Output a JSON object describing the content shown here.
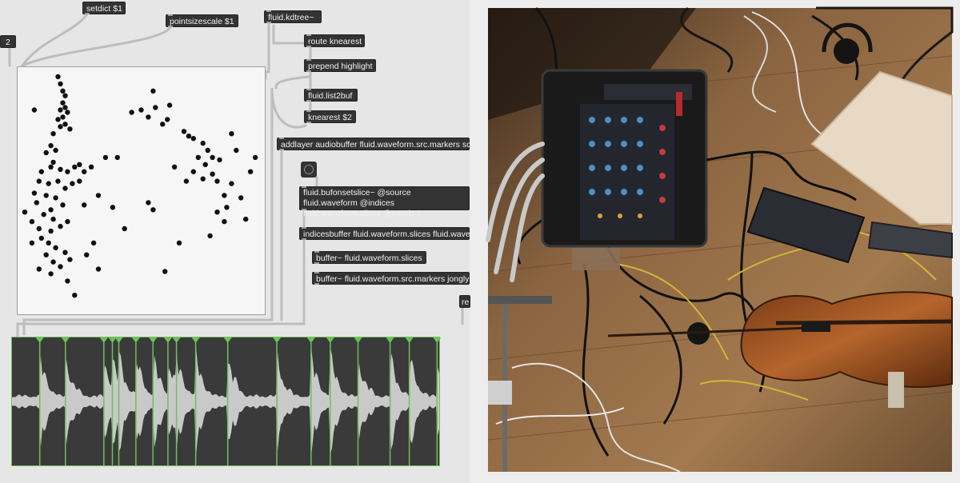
{
  "patcher": {
    "objects": [
      {
        "id": "setdict",
        "text": "setdict $1"
      },
      {
        "id": "pointsizescale",
        "text": "pointsizescale $1"
      },
      {
        "id": "kdtree",
        "text": "fluid.kdtree~"
      },
      {
        "id": "route",
        "text": "route knearest"
      },
      {
        "id": "prepend",
        "text": "prepend highlight"
      },
      {
        "id": "list2buf",
        "text": "fluid.list2buf"
      },
      {
        "id": "knearest",
        "text": "knearest $2"
      },
      {
        "id": "addlayer",
        "text": "addlayer audiobuffer fluid.waveform.src.markers sc"
      },
      {
        "id": "bufonsetslice",
        "text": "fluid.bufonsetslice~ @source fluid.waveform @indices fluid.waveform.slices @metric 2"
      },
      {
        "id": "indicesbuffer",
        "text": "indicesbuffer fluid.waveform.slices fluid.wave"
      },
      {
        "id": "buffer_slices",
        "text": "buffer~ fluid.waveform.slices"
      },
      {
        "id": "buffer_markers",
        "text": "buffer~ fluid.waveform.src.markers jongly"
      },
      {
        "id": "left_edge",
        "text": "2"
      },
      {
        "id": "right_edge",
        "text": "re"
      }
    ]
  },
  "colors": {
    "patch_bg": "#e6e6e6",
    "object_bg": "#333333",
    "object_text": "#f0f0f0",
    "plot_bg": "#f6f6f6",
    "point": "#111111",
    "wave_bg": "#3a3a3a",
    "wave_fill": "#c9c9c9",
    "marker": "#6fbf5a"
  },
  "plotter": {
    "points": [
      [
        0.15,
        0.02
      ],
      [
        0.16,
        0.05
      ],
      [
        0.17,
        0.08
      ],
      [
        0.18,
        0.1
      ],
      [
        0.17,
        0.13
      ],
      [
        0.18,
        0.15
      ],
      [
        0.16,
        0.16
      ],
      [
        0.19,
        0.17
      ],
      [
        0.17,
        0.19
      ],
      [
        0.15,
        0.2
      ],
      [
        0.18,
        0.22
      ],
      [
        0.16,
        0.23
      ],
      [
        0.2,
        0.24
      ],
      [
        0.05,
        0.16
      ],
      [
        0.13,
        0.26
      ],
      [
        0.12,
        0.31
      ],
      [
        0.14,
        0.33
      ],
      [
        0.1,
        0.34
      ],
      [
        0.13,
        0.38
      ],
      [
        0.08,
        0.42
      ],
      [
        0.12,
        0.4
      ],
      [
        0.16,
        0.41
      ],
      [
        0.19,
        0.42
      ],
      [
        0.22,
        0.4
      ],
      [
        0.24,
        0.39
      ],
      [
        0.26,
        0.42
      ],
      [
        0.07,
        0.46
      ],
      [
        0.11,
        0.47
      ],
      [
        0.15,
        0.46
      ],
      [
        0.18,
        0.49
      ],
      [
        0.21,
        0.47
      ],
      [
        0.24,
        0.46
      ],
      [
        0.05,
        0.51
      ],
      [
        0.1,
        0.52
      ],
      [
        0.14,
        0.53
      ],
      [
        0.17,
        0.56
      ],
      [
        0.12,
        0.58
      ],
      [
        0.06,
        0.55
      ],
      [
        0.09,
        0.6
      ],
      [
        0.13,
        0.62
      ],
      [
        0.04,
        0.63
      ],
      [
        0.07,
        0.66
      ],
      [
        0.12,
        0.67
      ],
      [
        0.16,
        0.65
      ],
      [
        0.19,
        0.63
      ],
      [
        0.08,
        0.7
      ],
      [
        0.11,
        0.72
      ],
      [
        0.14,
        0.74
      ],
      [
        0.18,
        0.76
      ],
      [
        0.1,
        0.77
      ],
      [
        0.13,
        0.8
      ],
      [
        0.2,
        0.79
      ],
      [
        0.16,
        0.82
      ],
      [
        0.12,
        0.85
      ],
      [
        0.19,
        0.88
      ],
      [
        0.22,
        0.94
      ],
      [
        0.01,
        0.59
      ],
      [
        0.04,
        0.72
      ],
      [
        0.07,
        0.83
      ],
      [
        0.27,
        0.77
      ],
      [
        0.3,
        0.72
      ],
      [
        0.32,
        0.83
      ],
      [
        0.26,
        0.56
      ],
      [
        0.32,
        0.52
      ],
      [
        0.38,
        0.57
      ],
      [
        0.4,
        0.36
      ],
      [
        0.46,
        0.17
      ],
      [
        0.5,
        0.16
      ],
      [
        0.53,
        0.19
      ],
      [
        0.56,
        0.15
      ],
      [
        0.62,
        0.14
      ],
      [
        0.61,
        0.2
      ],
      [
        0.59,
        0.22
      ],
      [
        0.68,
        0.25
      ],
      [
        0.7,
        0.27
      ],
      [
        0.72,
        0.28
      ],
      [
        0.76,
        0.3
      ],
      [
        0.78,
        0.33
      ],
      [
        0.8,
        0.36
      ],
      [
        0.83,
        0.37
      ],
      [
        0.88,
        0.26
      ],
      [
        0.9,
        0.33
      ],
      [
        0.74,
        0.36
      ],
      [
        0.77,
        0.39
      ],
      [
        0.8,
        0.43
      ],
      [
        0.64,
        0.4
      ],
      [
        0.69,
        0.46
      ],
      [
        0.72,
        0.42
      ],
      [
        0.76,
        0.45
      ],
      [
        0.82,
        0.46
      ],
      [
        0.85,
        0.52
      ],
      [
        0.88,
        0.47
      ],
      [
        0.92,
        0.53
      ],
      [
        0.94,
        0.62
      ],
      [
        0.82,
        0.59
      ],
      [
        0.85,
        0.63
      ],
      [
        0.79,
        0.69
      ],
      [
        0.66,
        0.72
      ],
      [
        0.55,
        0.58
      ],
      [
        0.53,
        0.55
      ],
      [
        0.43,
        0.66
      ],
      [
        0.96,
        0.42
      ],
      [
        0.98,
        0.36
      ],
      [
        0.55,
        0.08
      ],
      [
        0.6,
        0.84
      ],
      [
        0.35,
        0.36
      ],
      [
        0.29,
        0.4
      ],
      [
        0.86,
        0.57
      ]
    ]
  },
  "waveform": {
    "markers": [
      0.065,
      0.125,
      0.215,
      0.235,
      0.25,
      0.29,
      0.33,
      0.365,
      0.385,
      0.43,
      0.505,
      0.62,
      0.7,
      0.745,
      0.81,
      0.885,
      0.93,
      0.995
    ]
  }
}
